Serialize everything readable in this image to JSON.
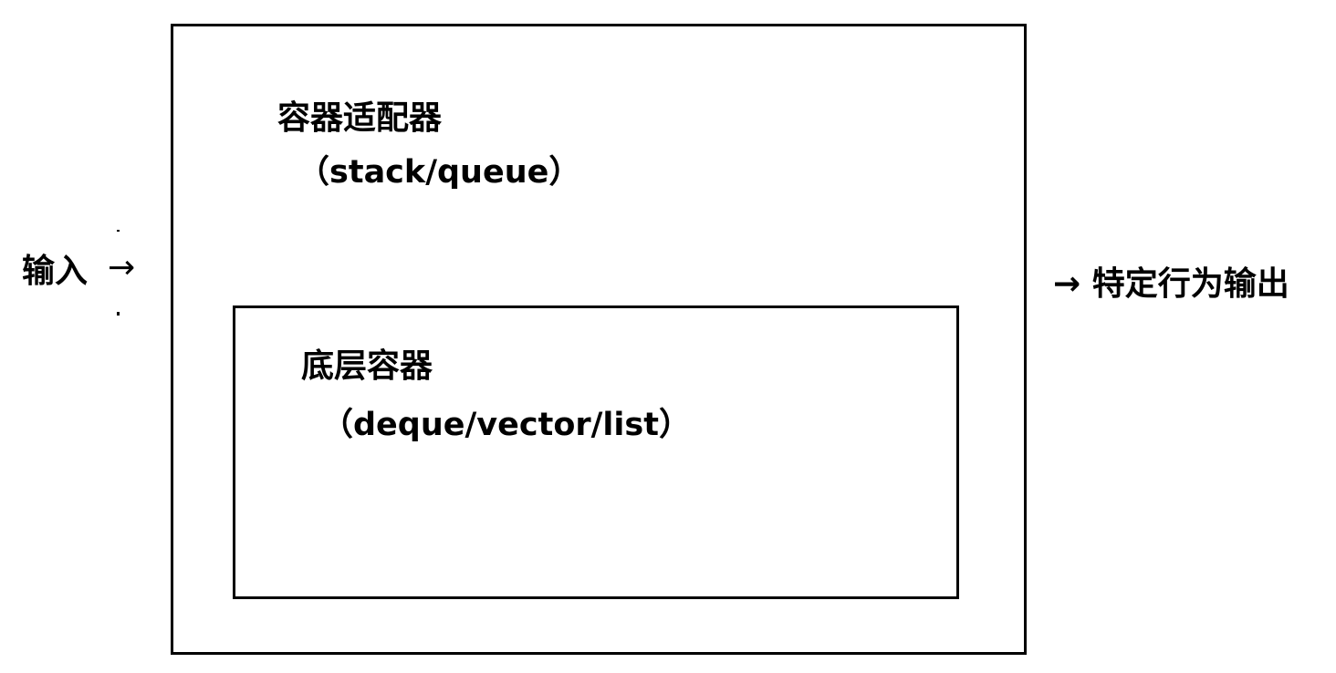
{
  "diagram": {
    "outer": {
      "title": "容器适配器",
      "subtitle": "（stack/queue）"
    },
    "inner": {
      "title": "底层容器",
      "subtitle": "（deque/vector/list）"
    },
    "input": {
      "label": "输入",
      "arrow": "→"
    },
    "output": {
      "label": "→ 特定行为输出"
    }
  }
}
